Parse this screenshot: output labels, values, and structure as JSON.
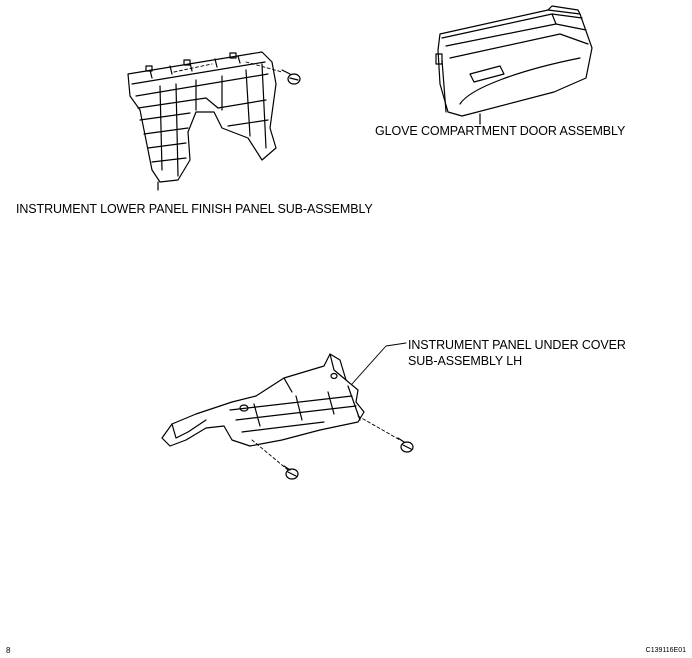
{
  "labels": {
    "lower_panel": "INSTRUMENT LOWER PANEL FINISH PANEL SUB-ASSEMBLY",
    "glove": "GLOVE COMPARTMENT DOOR ASSEMBLY",
    "under_cover_line1": "INSTRUMENT PANEL UNDER COVER",
    "under_cover_line2": "SUB-ASSEMBLY LH"
  },
  "figure_code": "C139116E01",
  "corner_mark": "8"
}
